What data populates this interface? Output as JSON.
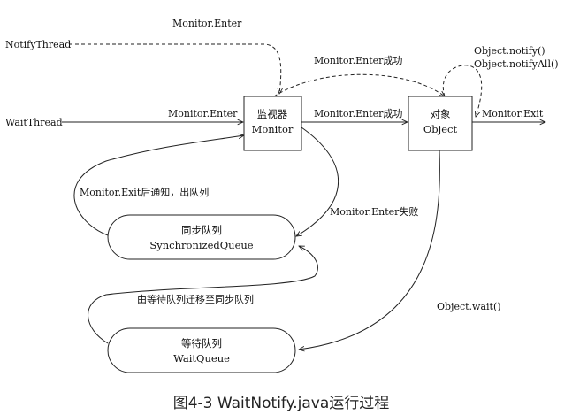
{
  "diagram": {
    "actors": {
      "notify_thread": "NotifyThread",
      "wait_thread": "WaitThread"
    },
    "nodes": {
      "monitor": {
        "line1": "监视器",
        "line2": "Monitor"
      },
      "object": {
        "line1": "对象",
        "line2": "Object"
      },
      "sync_queue": {
        "line1": "同步队列",
        "line2": "SynchronizedQueue"
      },
      "wait_queue": {
        "line1": "等待队列",
        "line2": "WaitQueue"
      }
    },
    "edges": {
      "notify_enter": "Monitor.Enter",
      "wait_enter": "Monitor.Enter",
      "enter_success_dashed": "Monitor.Enter成功",
      "enter_success": "Monitor.Enter成功",
      "notify": "Object.notify()",
      "notify_all": "Object.notifyAll()",
      "monitor_exit": "Monitor.Exit",
      "exit_notify_dequeue": "Monitor.Exit后通知，出队列",
      "enter_fail": "Monitor.Enter失败",
      "wait_to_sync": "由等待队列迁移至同步队列",
      "object_wait": "Object.wait()"
    },
    "caption": "图4-3 WaitNotify.java运行过程"
  }
}
